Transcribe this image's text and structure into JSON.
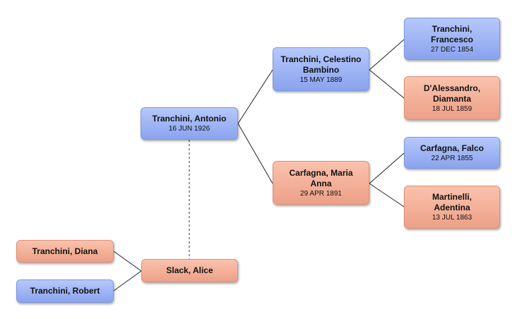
{
  "colors": {
    "male": "#9bb3f4",
    "female": "#f3b09a",
    "connector": "#222222"
  },
  "people": {
    "antonio": {
      "name": "Tranchini, Antonio",
      "date": "16 JUN 1926",
      "sex": "male"
    },
    "alice": {
      "name": "Slack, Alice",
      "date": "",
      "sex": "female"
    },
    "diana": {
      "name": "Tranchini, Diana",
      "date": "",
      "sex": "female"
    },
    "robert": {
      "name": "Tranchini, Robert",
      "date": "",
      "sex": "male"
    },
    "celestino": {
      "name": "Tranchini, Celestino Bambino",
      "date": "15 MAY 1889",
      "sex": "male"
    },
    "maria": {
      "name": "Carfagna, Maria Anna",
      "date": "29 APR 1891",
      "sex": "female"
    },
    "francesco": {
      "name": "Tranchini, Francesco",
      "date": "27 DEC 1854",
      "sex": "male"
    },
    "diamanta": {
      "name": "D'Alessandro, Diamanta",
      "date": "18 JUL 1859",
      "sex": "female"
    },
    "falco": {
      "name": "Carfagna, Falco",
      "date": "22 APR 1855",
      "sex": "male"
    },
    "adentina": {
      "name": "Martinelli, Adentina",
      "date": "13 JUL 1863",
      "sex": "female"
    }
  }
}
